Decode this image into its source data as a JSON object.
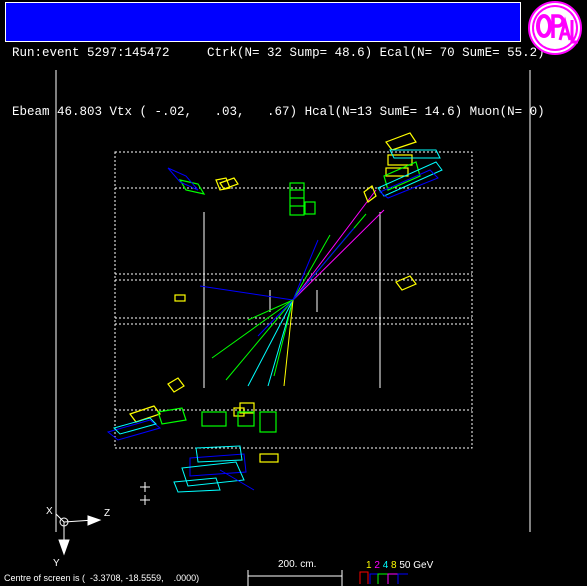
{
  "header": {
    "line1": {
      "run_event": "Run:event 5297:145472",
      "ctrk": "Ctrk(N= 32 Sump= 48.6)",
      "ecal": "Ecal(N= 70 SumE= 55.2)"
    },
    "line2": {
      "ebeam": "Ebeam 46.803 Vtx ( -.02,   .03,   .67)",
      "hcal": "Hcal(N=13 SumE= 14.6)",
      "muon": "Muon(N= 0)"
    }
  },
  "logo": {
    "text": "OPAL"
  },
  "axes": {
    "x": "X",
    "y": "Y",
    "z": "Z"
  },
  "footer": {
    "centre": "Centre of screen is (  -3.3708, -18.5559,    .0000)",
    "scale": "200. cm.",
    "energy_legend": {
      "n1": "1",
      "n2": "2",
      "n4": "4",
      "n8": "8",
      "n50": "50",
      "unit": "GeV"
    }
  },
  "colors": {
    "header_bg": "#0000ff",
    "ecal": "#ffff00",
    "hcal": "#00ff00",
    "track_blue": "#0000ff",
    "track_magenta": "#ff00ff",
    "track_cyan": "#00ffff",
    "logo_fill": "#ff00ff"
  }
}
